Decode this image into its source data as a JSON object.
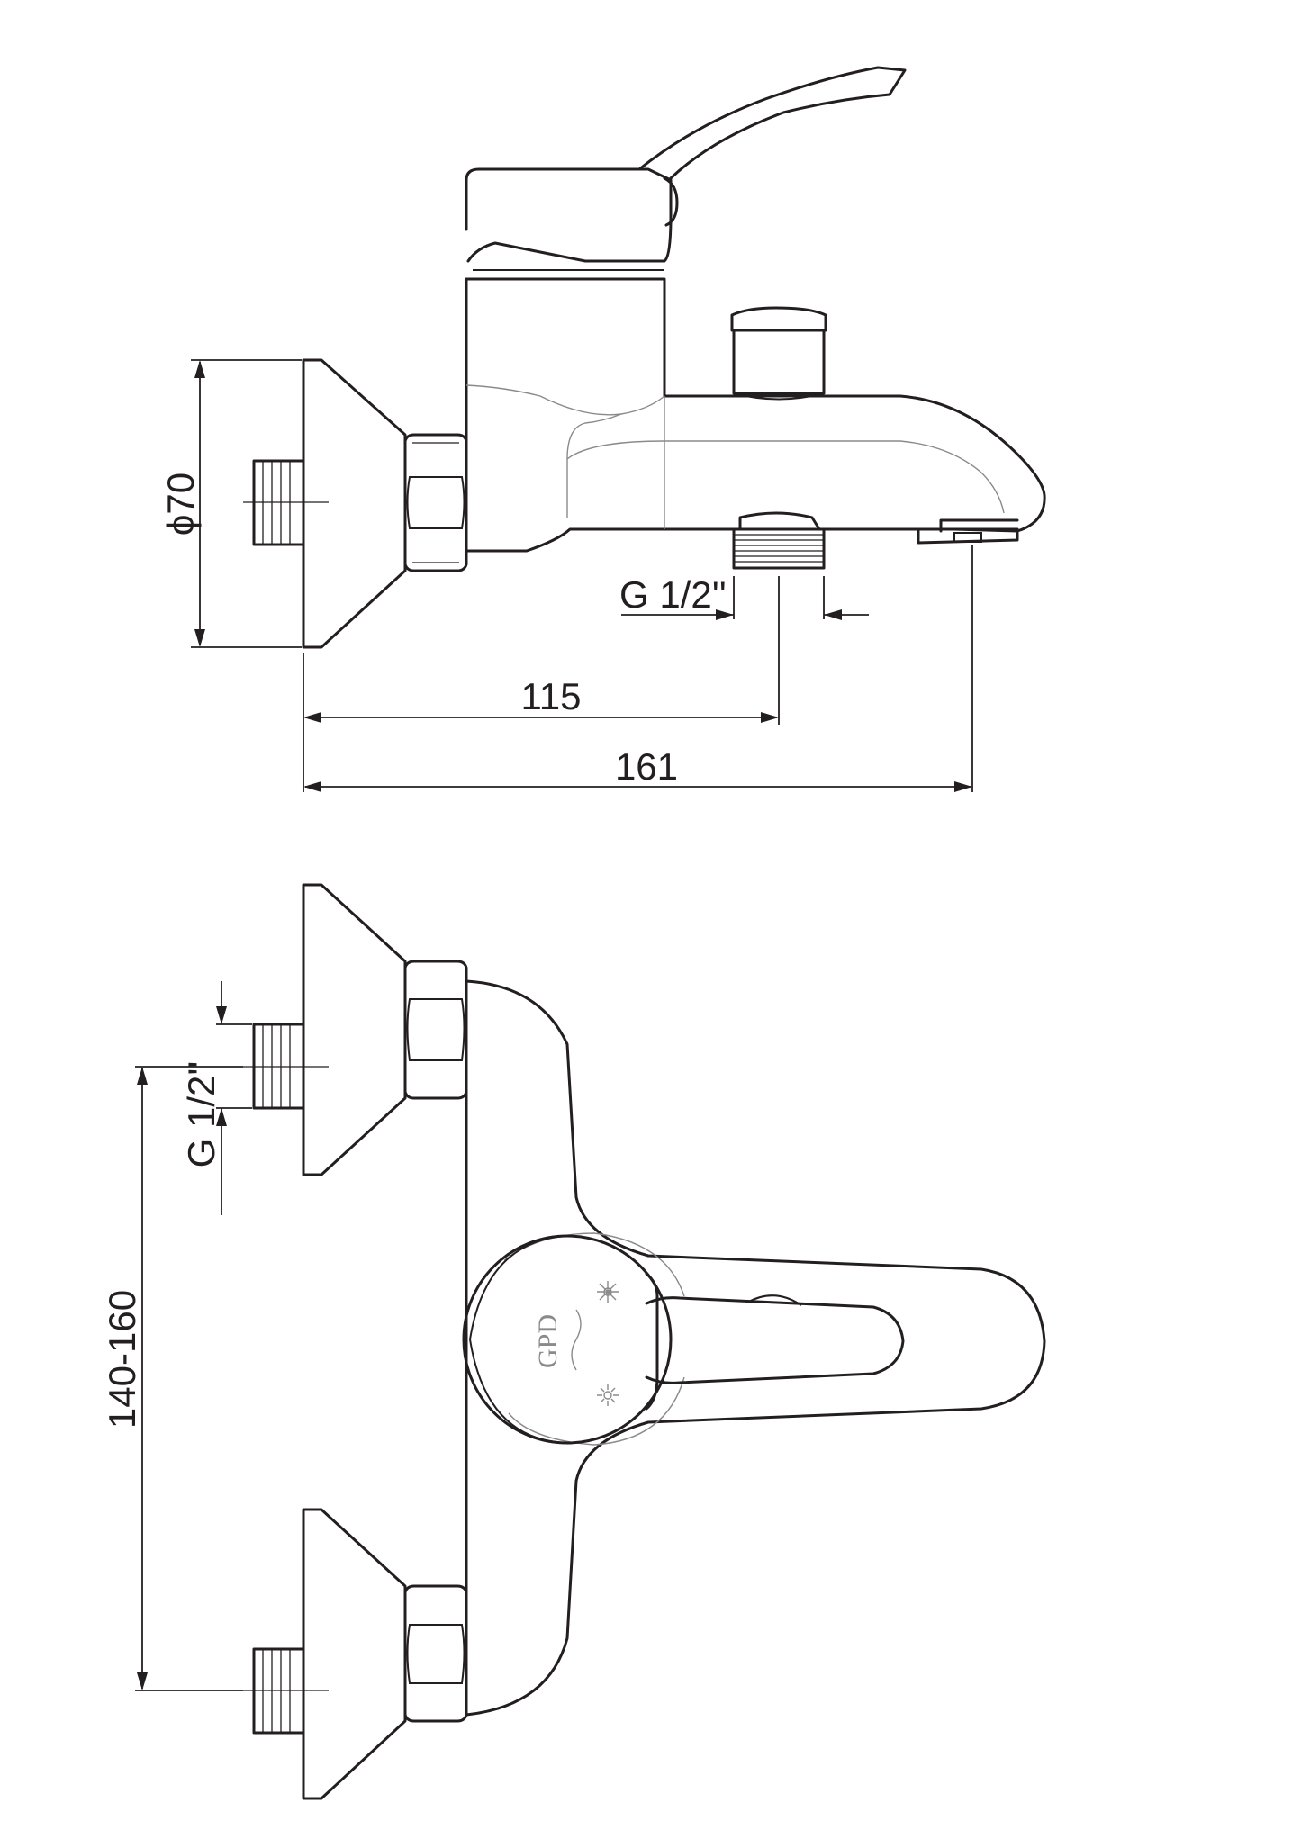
{
  "dimensions": {
    "diameter_flange": "ϕ70",
    "thread_spout": "G 1/2''",
    "length_115": "115",
    "length_161": "161",
    "thread_inlet": "G 1/2''",
    "center_distance": "140-160"
  },
  "logo": {
    "text": "GPD"
  },
  "colors": {
    "line": "#231f20",
    "hidden": "#8a8a8a",
    "background": "#ffffff"
  }
}
